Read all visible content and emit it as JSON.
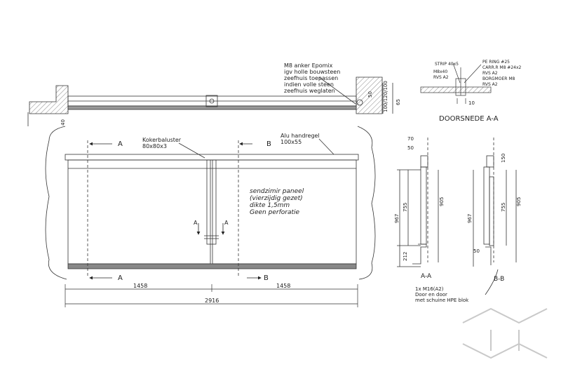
{
  "labels": {
    "anchor_note": [
      "M8 anker Epomix",
      "igv holle bouwsteen",
      "zeefhuis toepassen",
      "indien volle steen",
      "zeefhuis weglaten"
    ],
    "baluster": [
      "Kokerbaluster",
      "80x80x3"
    ],
    "handrail": [
      "Alu handregel",
      "100x55"
    ],
    "panel_note": [
      "sendzimir paneel",
      "(vierzijdig gezet)",
      "dikte 1,5mm",
      "Geen perforatie"
    ],
    "section_a": "A",
    "section_b": "B",
    "detail_callouts": [
      "STRIP 40x5",
      "PE RING #25",
      "M8x40",
      "CARR.R M8 #24x2",
      "RVS A2",
      "RVS A2",
      "BORGMOER M8",
      "RVS A2"
    ],
    "doorsnede_title": "DOORSNEDE A-A",
    "section_aa_label": "A-A",
    "section_bb_label": "B-B",
    "bolt_note": [
      "1x M16(A2)",
      "Door en door",
      "met schuine HPE blok"
    ]
  },
  "dimensions": {
    "total_width": "2916",
    "half_left": "1458",
    "half_right": "1458",
    "top_50": "50",
    "top_100_120_100": "100/120/100",
    "top_65": "65",
    "offset_40": "40",
    "detail_10": "10",
    "aa_70": "70",
    "aa_50": "50",
    "aa_967": "967",
    "aa_755": "755",
    "aa_212": "212",
    "aa_905": "905",
    "bb_150": "150",
    "bb_755": "755",
    "bb_967": "967",
    "bb_905": "905",
    "bb_50": "50"
  },
  "colors": {
    "line": "#333333",
    "hatch": "#555555",
    "panel_base": "#888888",
    "logo": "#c9c9c9"
  }
}
